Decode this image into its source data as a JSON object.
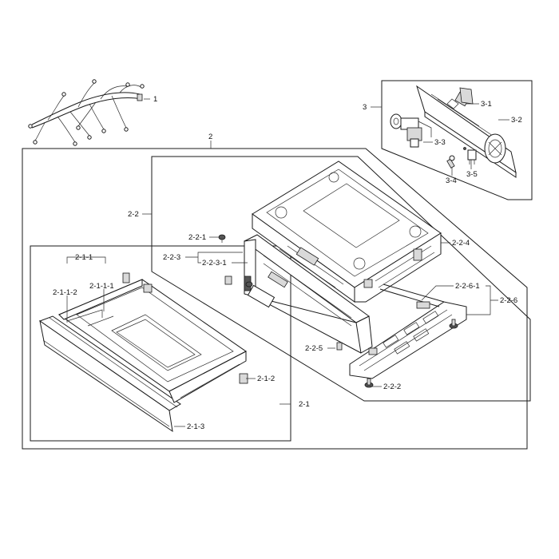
{
  "labels": {
    "l1": "1",
    "l2": "2",
    "l3": "3",
    "l3_1": "3-1",
    "l3_2": "3-2",
    "l3_3": "3-3",
    "l3_4": "3-4",
    "l3_5": "3-5",
    "l2_2": "2-2",
    "l2_2_1": "2-2-1",
    "l2_2_3": "2-2-3",
    "l2_2_3_1": "2-2-3-1",
    "l2_2_4": "2-2-4",
    "l2_2_6_1": "2-2-6-1",
    "l2_2_6": "2-2-6",
    "l2_2_5": "2-2-5",
    "l2_2_2": "2-2-2",
    "l2_1_1": "2-1-1",
    "l2_1_1_2": "2-1-1-2",
    "l2_1_1_1": "2-1-1-1",
    "l2_1_2": "2-1-2",
    "l2_1": "2-1",
    "l2_1_3": "2-1-3"
  }
}
